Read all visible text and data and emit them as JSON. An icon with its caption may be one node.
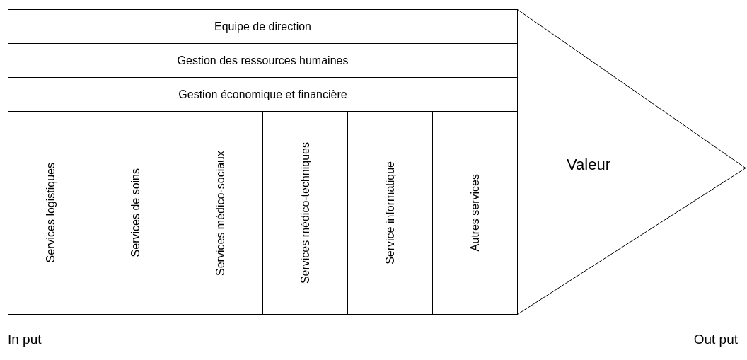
{
  "diagram": {
    "nodes": [
      {
        "text": [
          "Equipe de direction"
        ]
      },
      {
        "text": [
          "Gestion des ressources humaines"
        ]
      },
      {
        "text": [
          "Gestion économique et financière"
        ]
      },
      {
        "text": [
          "Services logistiques"
        ]
      },
      {
        "text": [
          "Services de soins"
        ]
      },
      {
        "text": [
          "Services médico-sociaux"
        ]
      },
      {
        "text": [
          "Services médico-techniques"
        ]
      },
      {
        "text": [
          "Service informatique"
        ]
      },
      {
        "text": [
          "Autres services"
        ]
      },
      {
        "text": [
          "Valeur"
        ]
      }
    ],
    "edges": [],
    "labels": [
      "In put",
      "Out put"
    ]
  }
}
